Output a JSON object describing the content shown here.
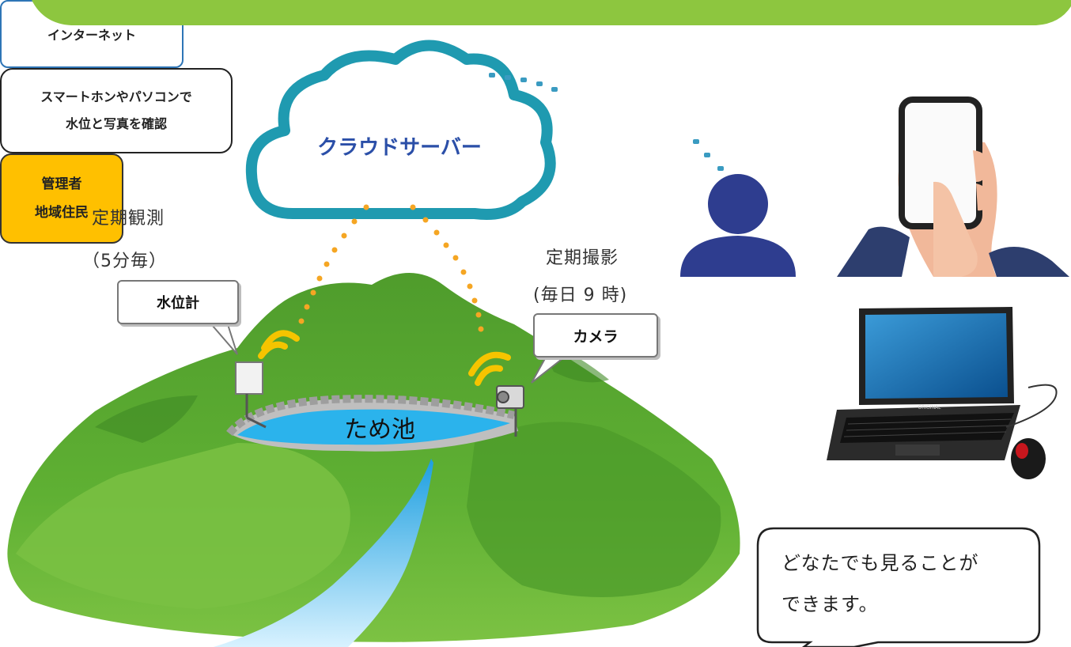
{
  "diagram": {
    "cloud_label": "クラウドサーバー",
    "internet_label": "インターネット",
    "phone_caption": [
      "スマートホンやパソコンで",
      "水位と写真を確認"
    ],
    "admin_label": [
      "管理者",
      "地域住民"
    ],
    "observation_title": "定期観測",
    "observation_interval": "（5分毎）",
    "water_gauge_label": "水位計",
    "photo_title": "定期撮影",
    "photo_time": "(毎日 9 時)",
    "camera_label": "カメラ",
    "pond_label": "ため池",
    "anyone_text": [
      "どなたでも見ることが",
      "できます。"
    ],
    "laptop_brand": "ORIGINAL"
  },
  "colors": {
    "header_green": "#8dc63f",
    "mountain_green": "#5ea832",
    "pond_blue": "#2bb3ec",
    "admin_box": "#ffc000",
    "person_navy": "#2e3d8f",
    "cloud_outline": "#1f9ab0",
    "signal_dots": "#f5a623",
    "internet_dots": "#3a9bc1"
  }
}
